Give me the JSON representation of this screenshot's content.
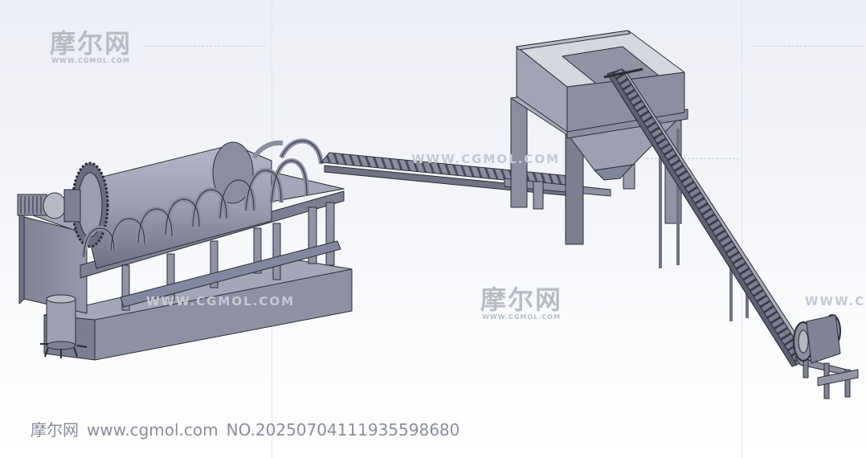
{
  "image": {
    "subject": "3D CAD model of a processing line: drum washer with spiral flights, inclined screw conveyor to an elevated hopper, and an inclined chain conveyor to a jaw crusher"
  },
  "watermarks": {
    "logo_text": "摩尔网",
    "logo_url_small": "WWW.CGMOL.COM",
    "url_overlay": "WWW.CGMOL.COM",
    "footer_site": "摩尔网",
    "footer_url": "www.cgmol.com",
    "footer_id": "NO.20250704111935598680"
  },
  "colors": {
    "steel": "#8a8e9e",
    "steel_light": "#a5a9b8",
    "steel_dark": "#5e6272",
    "outline": "#2b2d36"
  }
}
